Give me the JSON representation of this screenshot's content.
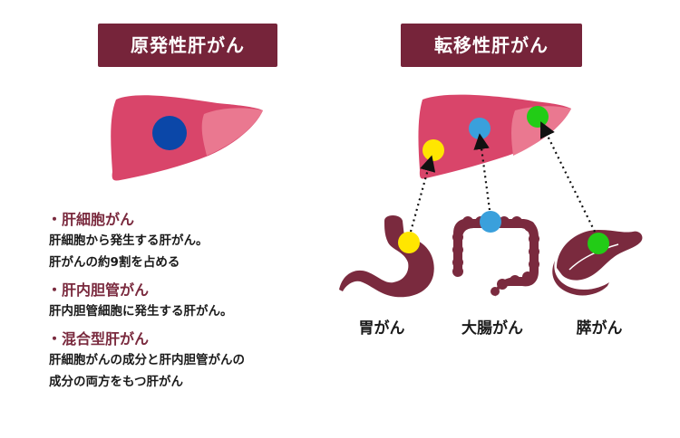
{
  "headers": {
    "primary": "原発性肝がん",
    "metastatic": "転移性肝がん"
  },
  "primary_types": [
    {
      "title": "肝細胞がん",
      "lines": [
        "肝細胞から発生する肝がん。",
        "肝がんの約9割を占める"
      ]
    },
    {
      "title": "肝内胆管がん",
      "lines": [
        "肝内胆管細胞に発生する肝がん。"
      ]
    },
    {
      "title": "混合型肝がん",
      "lines": [
        "肝細胞がんの成分と肝内胆管がんの",
        "成分の両方をもつ肝がん"
      ]
    }
  ],
  "bullet": "・",
  "organs": {
    "stomach": "胃がん",
    "colon": "大腸がん",
    "pancreas": "膵がん"
  },
  "colors": {
    "header_bg": "#76243a",
    "liver": "#d9456a",
    "liver_light": "#ea7890",
    "organ": "#7a2a3e",
    "primary_tumor": "#0b47a8",
    "stomach_tumor": "#ffe600",
    "colon_tumor": "#3aa0dc",
    "pancreas_tumor": "#22cc16"
  }
}
